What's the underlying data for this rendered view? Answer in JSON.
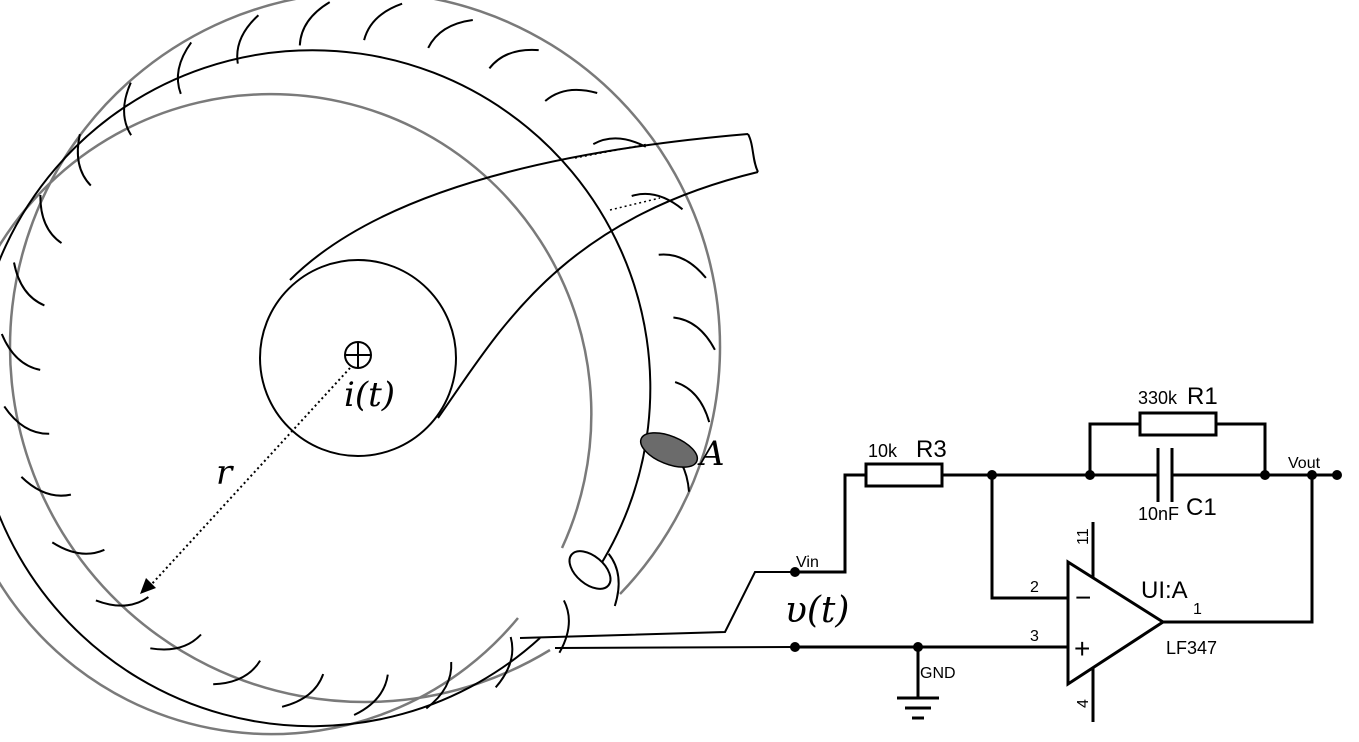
{
  "labels": {
    "current": "i(t)",
    "radius": "r",
    "area": "A",
    "voltage": "υ(t)",
    "vin": "Vin",
    "vout": "Vout",
    "gnd": "GND",
    "r3_value": "10k",
    "r3_name": "R3",
    "r1_value": "330k",
    "r1_name": "R1",
    "c1_value": "10nF",
    "c1_name": "C1",
    "opamp_name": "UI:A",
    "opamp_part": "LF347",
    "pin_inv": "2",
    "pin_noninv": "3",
    "pin_out": "1",
    "pin_vpos": "11",
    "pin_vneg": "4",
    "sign_minus": "−",
    "sign_plus": "+"
  },
  "colors": {
    "ink": "#000000",
    "core_edge": "#7a7a7a",
    "area_fill": "#6b6b6b"
  },
  "icons": {
    "current_direction": "circled-cross-icon",
    "ground": "ground-symbol-icon"
  }
}
